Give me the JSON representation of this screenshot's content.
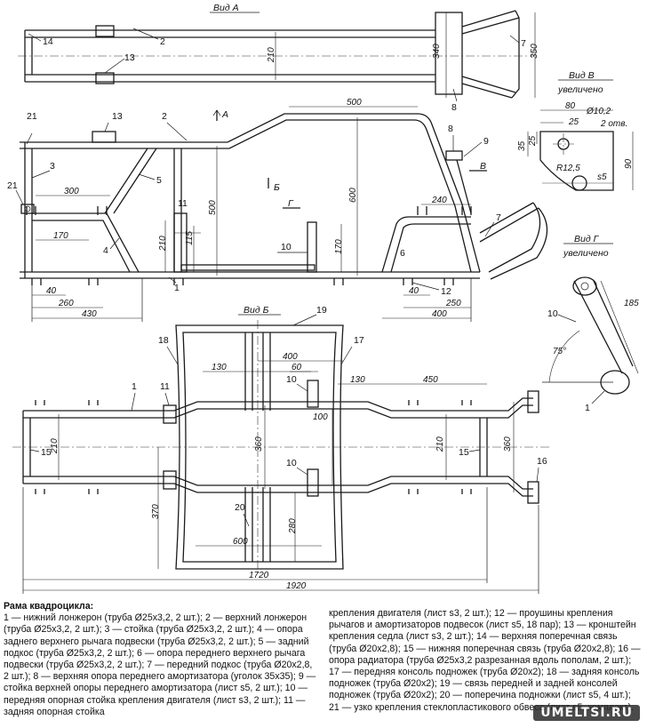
{
  "views": {
    "view_a": "Вид А",
    "view_b": "Вид Б",
    "view_v": "Вид В",
    "view_v_scale": "увеличено",
    "view_g": "Вид Г",
    "view_g_scale": "увеличено",
    "arrow_a": "А",
    "arrow_b": "Б",
    "arrow_v": "В",
    "arrow_g": "Г"
  },
  "callouts": {
    "c1": "1",
    "c2": "2",
    "c3": "3",
    "c4": "4",
    "c5": "5",
    "c6": "6",
    "c7": "7",
    "c8": "8",
    "c9": "9",
    "c10": "10",
    "c11": "11",
    "c12": "12",
    "c13": "13",
    "c14": "14",
    "c15": "15",
    "c16": "16",
    "c17": "17",
    "c18": "18",
    "c19": "19",
    "c20": "20",
    "c21": "21"
  },
  "dimensions": {
    "d210": "210",
    "d340": "340",
    "d350": "350",
    "d500": "500",
    "d300": "300",
    "d600": "600",
    "d115": "115",
    "d170": "170",
    "d240": "240",
    "d40": "40",
    "d260": "260",
    "d430": "430",
    "d250": "250",
    "d400": "400",
    "d80": "80",
    "d25": "25",
    "d35": "35",
    "d90": "90",
    "d185": "185",
    "d75": "75°",
    "d130": "130",
    "d60": "60",
    "d450": "450",
    "d100": "100",
    "d360": "360",
    "d370": "370",
    "d280": "280",
    "d1720": "1720",
    "d1920": "1920",
    "d_phi10": "Ø10,2",
    "d_2otv": "2 отв.",
    "d_r125": "R12,5",
    "d_s5": "s5"
  },
  "legend": {
    "title": "Рама квадроцикла:",
    "left_text": "1 — нижний лонжерон (труба Ø25х3,2, 2 шт.); 2 — верхний лонжерон (труба Ø25х3,2, 2 шт.); 3 — стойка (труба Ø25х3,2, 2 шт.); 4 — опора заднего верхнего рычага подвески (труба Ø25х3,2, 2 шт.); 5 — задний подкос (труба Ø25х3,2, 2 шт.); 6 — опора переднего верхнего рычага подвески (труба Ø25х3,2, 2 шт.); 7 — передний подкос (труба Ø20х2,8, 2 шт.); 8 — верхняя опора переднего амортизатора (уголок 35х35); 9 — стойка верхней опоры переднего амортизатора (лист s5, 2 шт.); 10 — передняя опорная стойка крепления двигателя (лист s3, 2 шт.); 11 — задняя опорная стойка",
    "right_text": "крепления двигателя (лист s3, 2 шт.); 12 — проушины крепления рычагов и амортизаторов подвесок (лист s5, 18 пар); 13 — кронштейн крепления седла (лист s3, 2 шт.); 14 — верхняя поперечная связь (труба Ø20х2,8); 15 — нижняя поперечная связь (труба Ø20х2,8); 16 — опора радиатора (труба Ø25х3,2 разрезанная вдоль пополам, 2 шт.); 17 — передняя консоль подножек (труба Ø20х2); 18 — задняя консоль подножек (труба Ø20х2); 19 — связь передней и задней консолей подножек (труба Ø20х2); 20 — поперечина подножки (лист s5, 4 шт.); 21 — узко крепления стеклопластикового обвеса (лист s5, комплект)."
  },
  "watermark": "UMELTSI.RU"
}
